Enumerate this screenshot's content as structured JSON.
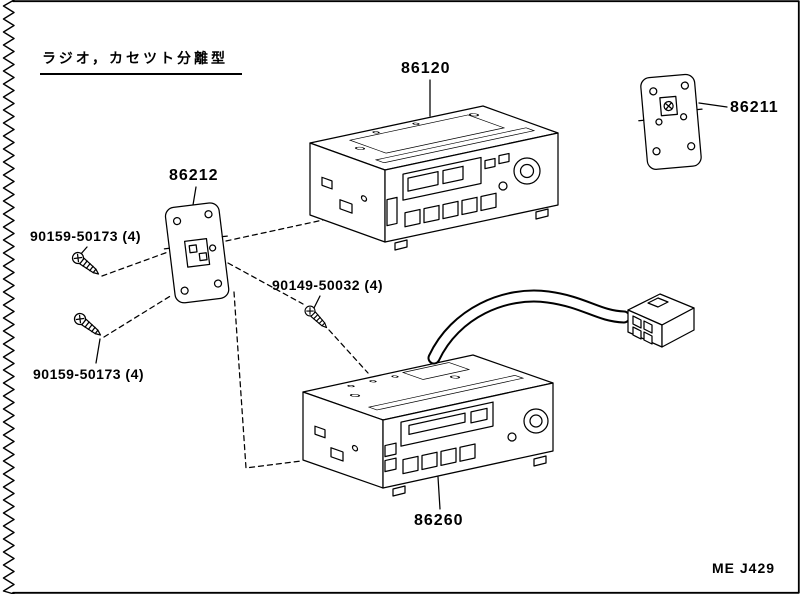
{
  "diagram": {
    "title": "ラジオ，カセツト分離型",
    "plate_code": "ME J429",
    "parts": {
      "radio_main": "86120",
      "bracket_right": "86211",
      "bracket_left": "86212",
      "screw_upper": "90159-50173 (4)",
      "screw_center": "90149-50032 (4)",
      "screw_lower": "90159-50173 (4)",
      "tuner_unit": "86260"
    }
  }
}
